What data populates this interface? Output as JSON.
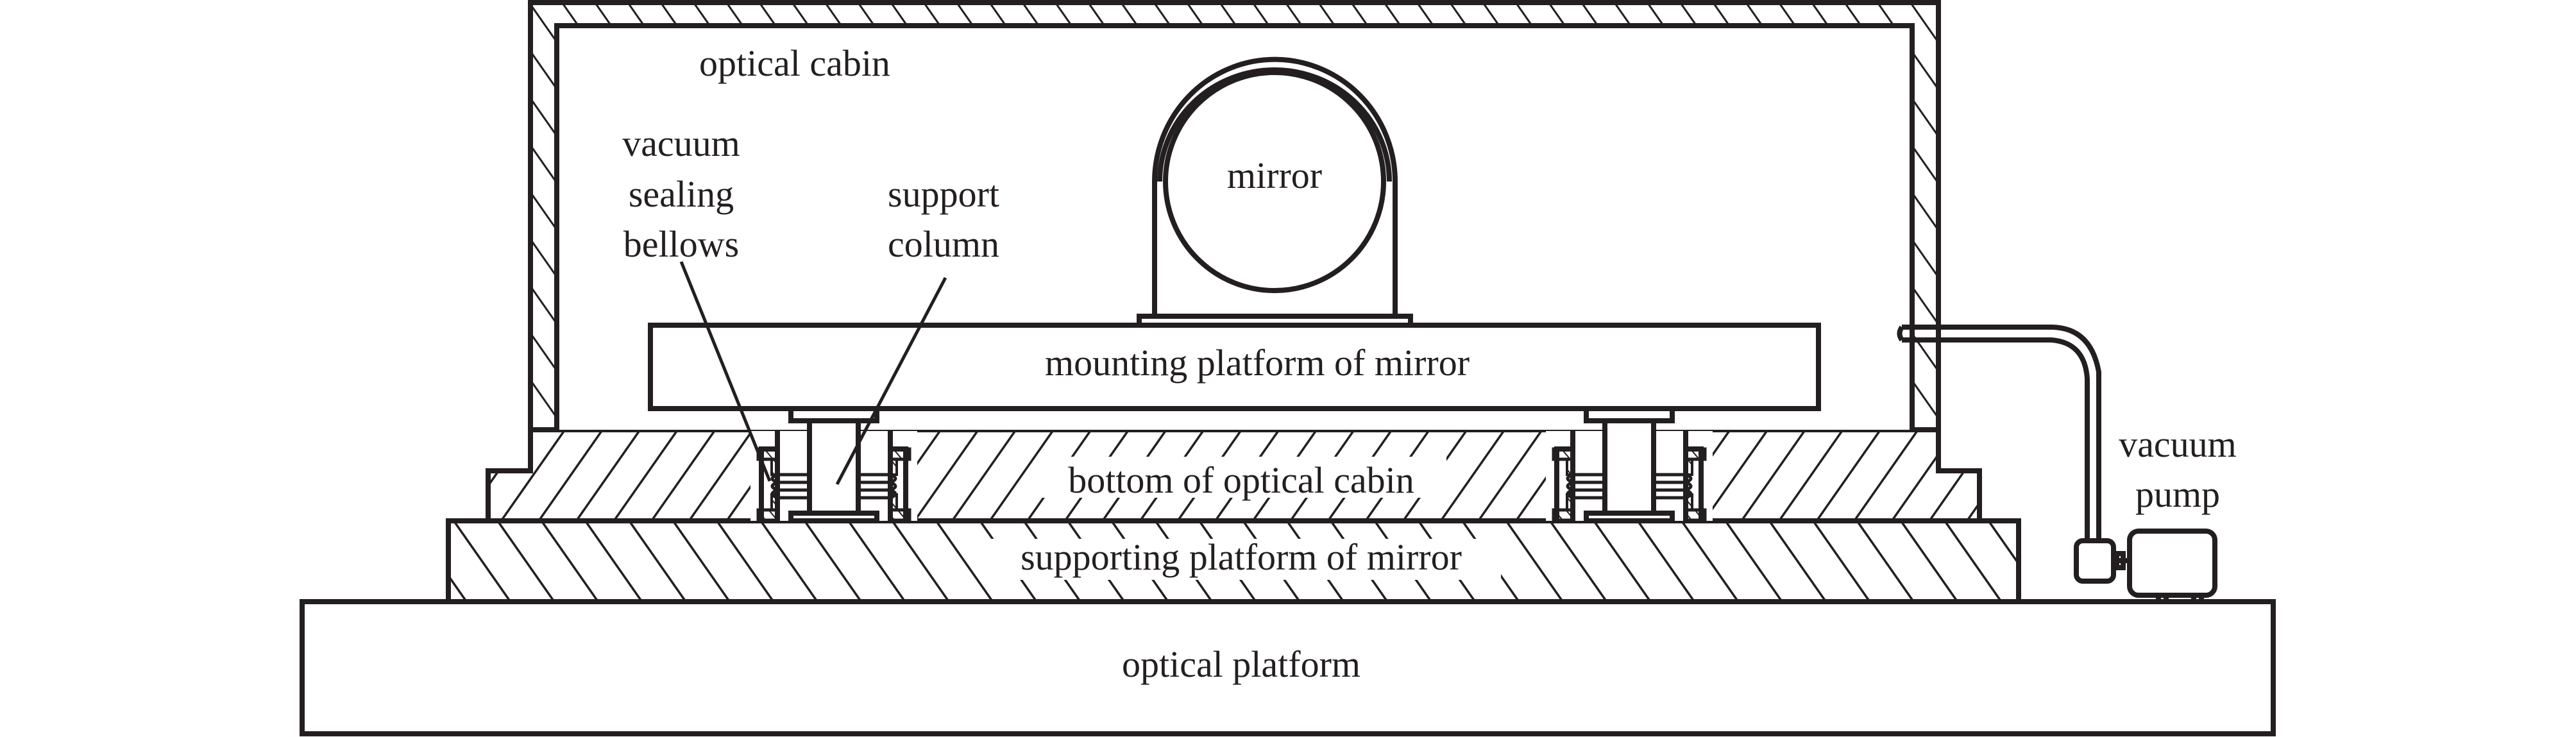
{
  "diagram": {
    "title": "Vacuum optical cabin mirror support structure",
    "labels": {
      "optical_cabin": "optical cabin",
      "mirror": "mirror",
      "vacuum_sealing_bellows": [
        "vacuum",
        "sealing",
        "bellows"
      ],
      "support_column": [
        "support",
        "column"
      ],
      "mounting_platform": "mounting platform of mirror",
      "bottom_of_cabin": "bottom of optical cabin",
      "supporting_platform": "supporting platform of mirror",
      "optical_platform": "optical platform",
      "vacuum_pump": [
        "vacuum",
        "pump"
      ]
    },
    "components": [
      "optical cabin",
      "mirror",
      "mirror holder",
      "mounting platform of mirror",
      "support column (x2)",
      "vacuum sealing bellows (x2)",
      "bottom of optical cabin",
      "supporting platform of mirror",
      "optical platform",
      "vacuum pipe",
      "vacuum pump"
    ],
    "colors": {
      "line": "#231f20",
      "background": "#ffffff"
    }
  }
}
